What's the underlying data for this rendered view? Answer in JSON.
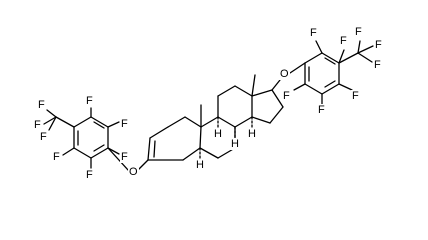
{
  "molecule": {
    "atom_labels": {
      "f": "F",
      "o": "O",
      "h": "H"
    },
    "left_aryl_group": "4-(trifluoromethyl)-2,3,5,6-tetrafluorophenyl",
    "right_aryl_group": "4-(trifluoromethyl)-2,3,5,6-tetrafluorophenyl",
    "core": "androst-2-ene steroid skeleton",
    "colors": {
      "bond": "#000000",
      "background": "#ffffff"
    }
  }
}
